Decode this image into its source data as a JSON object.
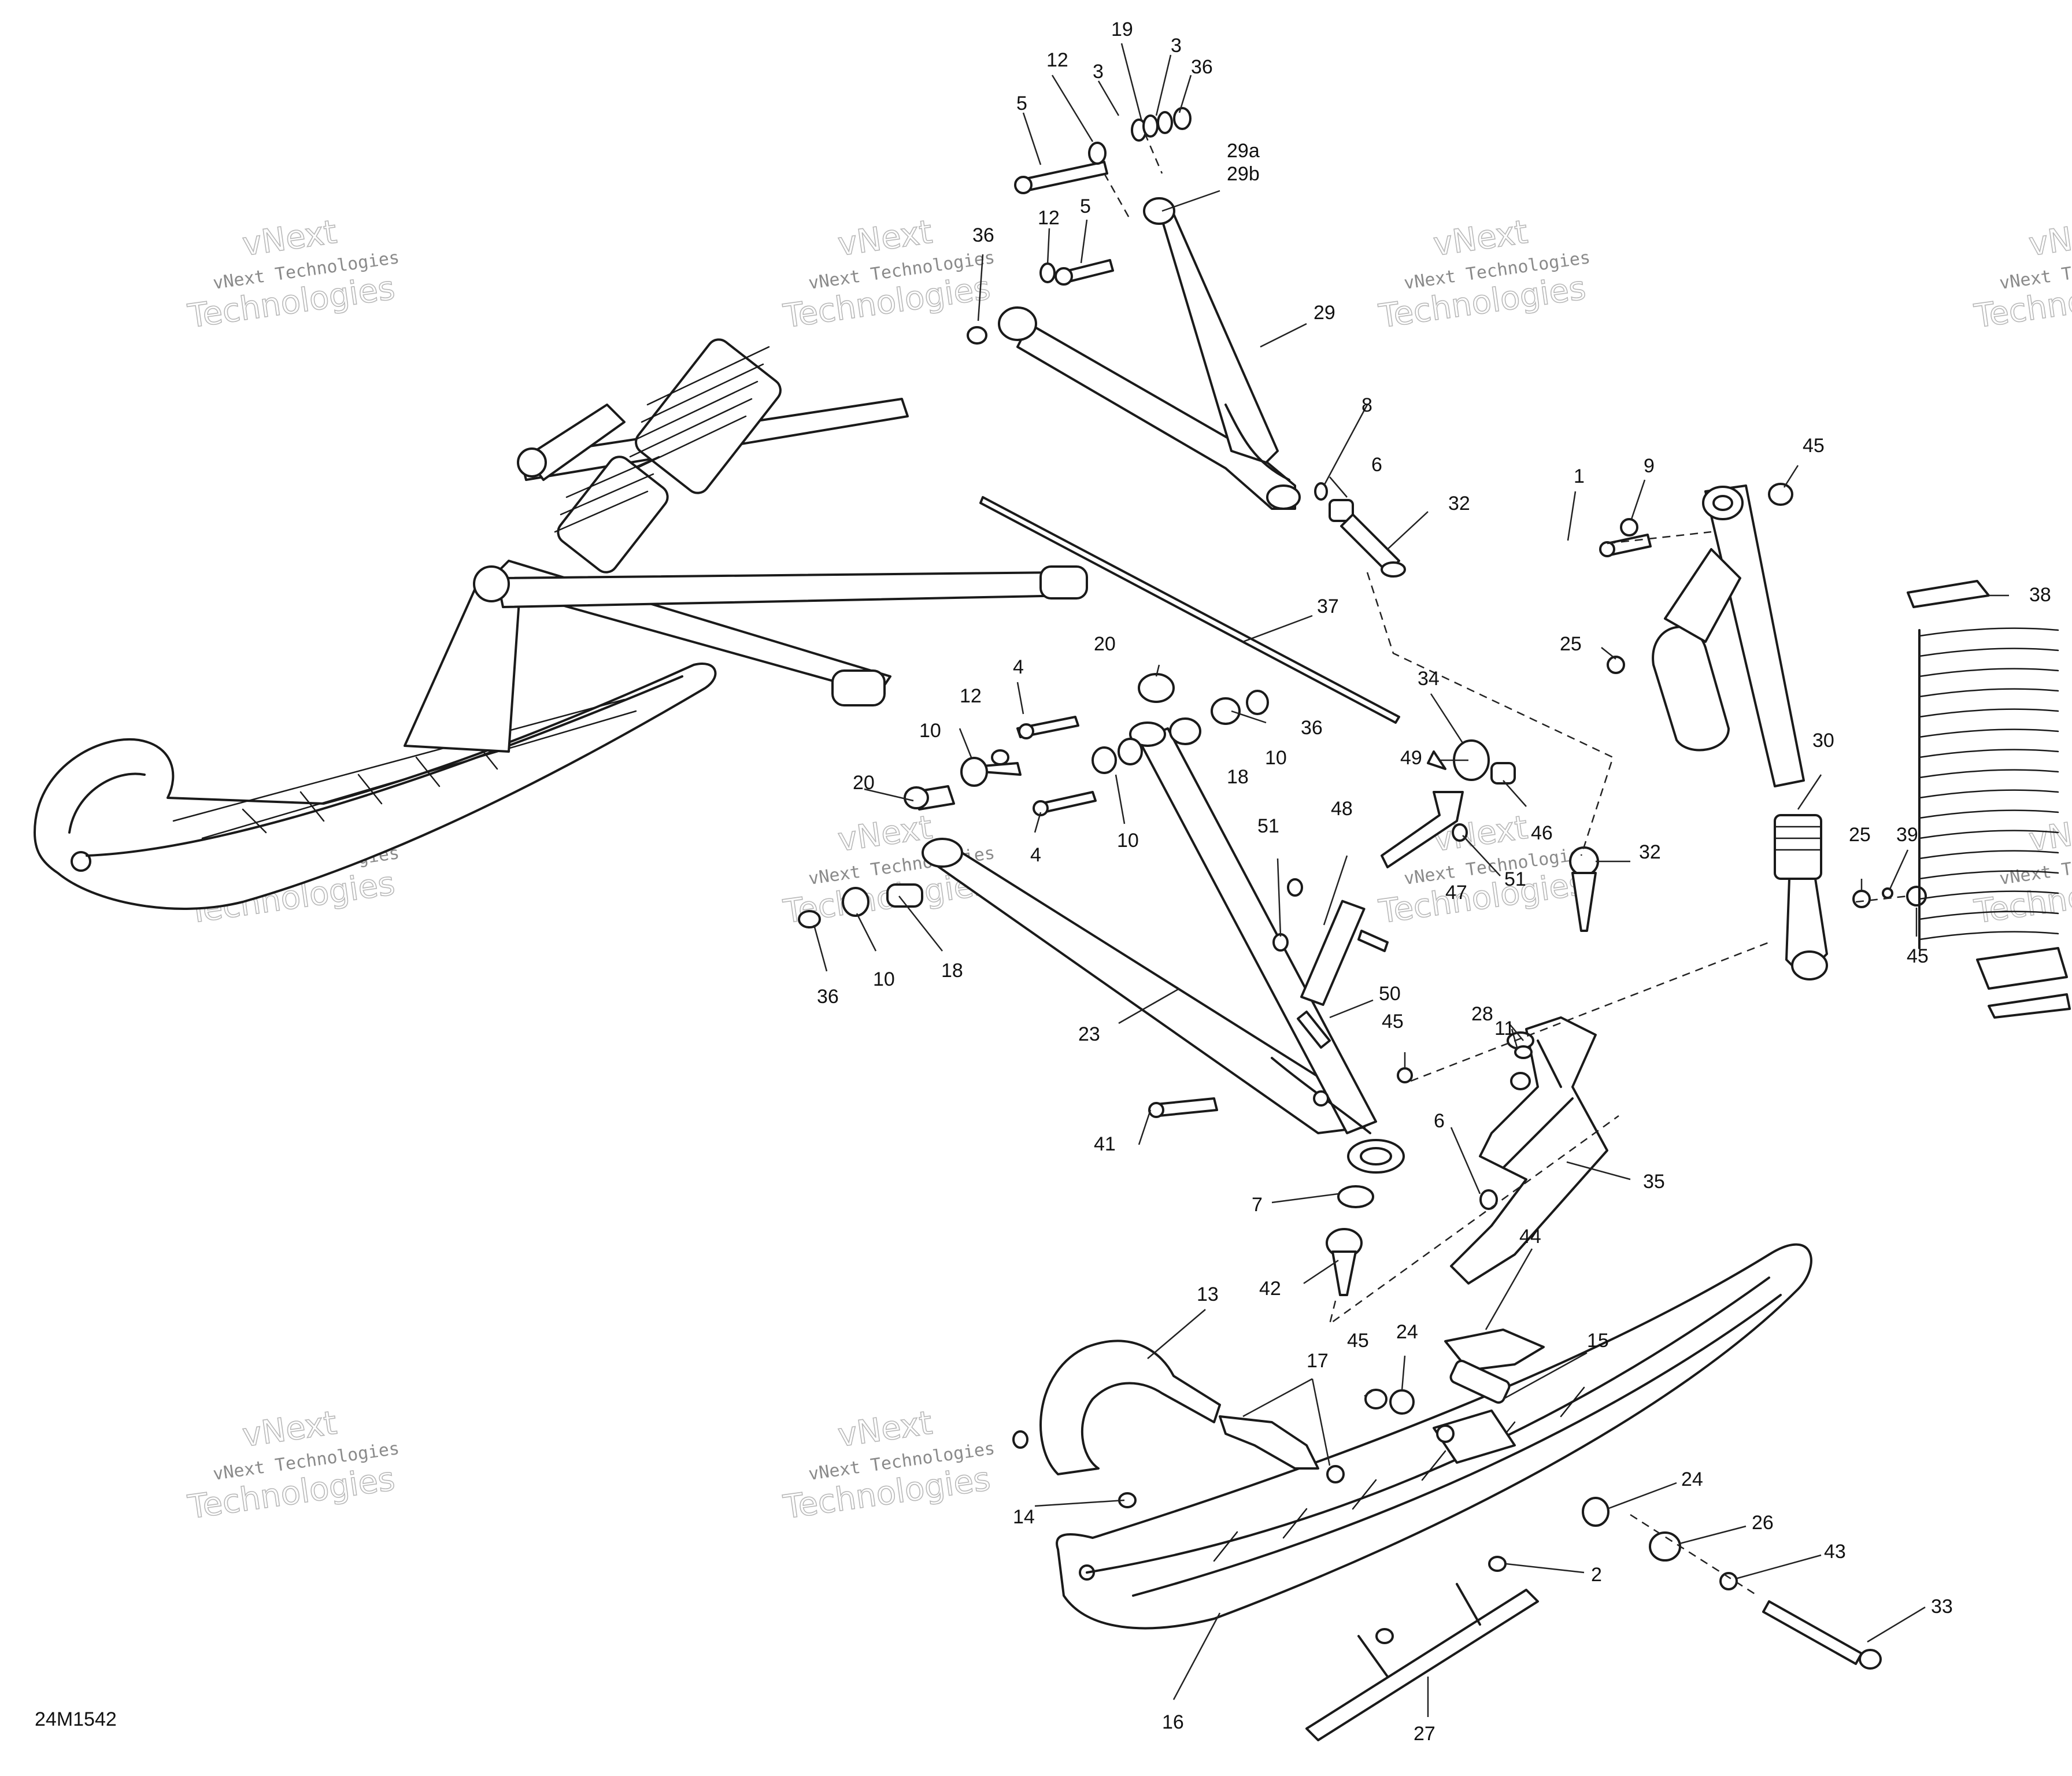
{
  "diagram_code": "24M1542",
  "watermarks": [
    {
      "line1": "vNext Technologies",
      "line2": "vNext",
      "line3": "Technologies"
    },
    {
      "line1": "vNext Technologies",
      "line2": "vNext",
      "line3": "Technologies"
    },
    {
      "line1": "vNext Technologies",
      "line2": "vNext",
      "line3": "Technologies"
    },
    {
      "line1": "vNext Technologies",
      "line2": "vNext",
      "line3": "Technologies"
    },
    {
      "line1": "vNext Technologies",
      "line2": "vNext",
      "line3": "Technologies"
    },
    {
      "line1": "vNext Technologies",
      "line2": "vNext",
      "line3": "Technologies"
    },
    {
      "line1": "vNext Technologies",
      "line2": "vNext",
      "line3": "Technologies"
    },
    {
      "line1": "vNext Technologies",
      "line2": "vNext",
      "line3": "Technologies"
    },
    {
      "line1": "vNext Technologies",
      "line2": "vNext",
      "line3": "Technologies"
    },
    {
      "line1": "vNext Technologies",
      "line2": "vNext",
      "line3": "Technologies"
    }
  ],
  "callouts": [
    "19",
    "3",
    "3",
    "36",
    "12",
    "5",
    "29a",
    "29b",
    "36",
    "12",
    "5",
    "29",
    "8",
    "6",
    "32",
    "1",
    "9",
    "45",
    "38",
    "25",
    "37",
    "34",
    "20",
    "4",
    "12",
    "10",
    "36",
    "10",
    "18",
    "20",
    "4",
    "10",
    "49",
    "46",
    "30",
    "51",
    "48",
    "51",
    "47",
    "32",
    "25",
    "39",
    "45",
    "36",
    "10",
    "18",
    "50",
    "28",
    "23",
    "45",
    "11",
    "6",
    "41",
    "35",
    "7",
    "44",
    "42",
    "13",
    "15",
    "45",
    "24",
    "17",
    "14",
    "24",
    "26",
    "43",
    "2",
    "33",
    "16",
    "27"
  ]
}
